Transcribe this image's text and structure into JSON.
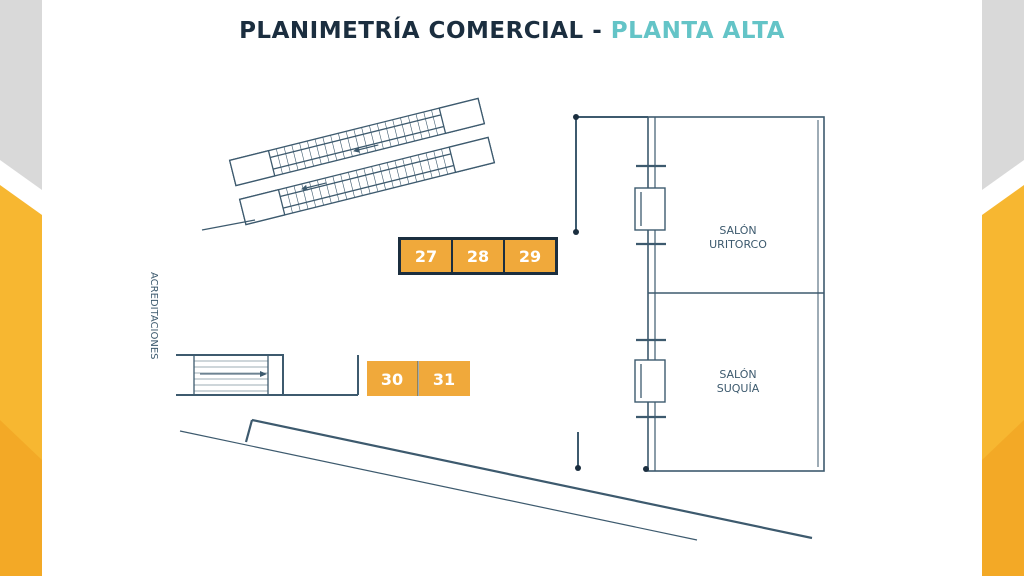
{
  "title": {
    "main": "PLANIMETRÍA COMERCIAL",
    "separator": "-",
    "accent": "PLANTA ALTA"
  },
  "colors": {
    "title_dark": "#1b2e3f",
    "title_accent": "#64c4c7",
    "booth_fill": "#f0a93b",
    "line": "#3d5a6e",
    "side_yellow": "#f7b731",
    "side_gray": "#d9d9d9"
  },
  "booths_upper": [
    "27",
    "28",
    "29"
  ],
  "booths_lower": [
    "30",
    "31"
  ],
  "rooms": {
    "uritorco": {
      "line1": "SALÓN",
      "line2": "URITORCO"
    },
    "suquia": {
      "line1": "SALÓN",
      "line2": "SUQUÍA"
    }
  },
  "acreditaciones": "ACREDITACIONES",
  "icons": {
    "escalator": "escalator-icon",
    "stairs": "stairs-icon"
  }
}
